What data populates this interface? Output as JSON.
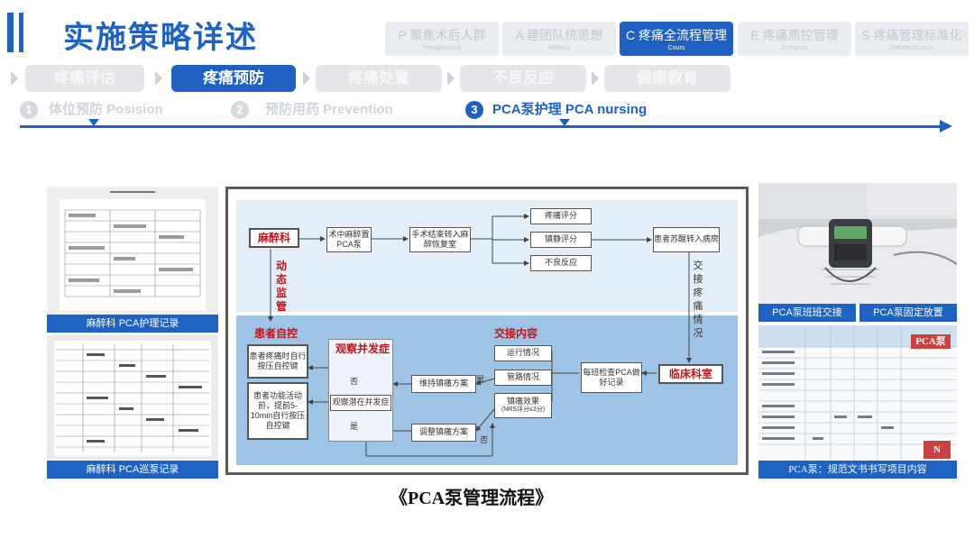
{
  "title": "实施策略详述",
  "top_tabs": [
    {
      "label": "P 聚焦术后人群",
      "sub": "Postoperative",
      "active": false
    },
    {
      "label": "A 建团队统思想",
      "sub": "Alliance",
      "active": false
    },
    {
      "label": "C 疼痛全流程管理",
      "sub": "Cours",
      "active": true
    },
    {
      "label": "E 疼痛质控管理",
      "sub": "Enhance",
      "active": false
    },
    {
      "label": "S 疼痛管理标准化",
      "sub": "Standardization",
      "active": false
    }
  ],
  "steps": [
    {
      "label": "疼痛评估",
      "active": false
    },
    {
      "label": "疼痛预防",
      "active": true
    },
    {
      "label": "疼痛处置",
      "active": false
    },
    {
      "label": "不良反应",
      "active": false
    },
    {
      "label": "健康教育",
      "active": false
    }
  ],
  "sub_items": [
    {
      "num": "1",
      "label": "体位预防 Posision",
      "active": false
    },
    {
      "num": "2",
      "label": "预防用药 Prevention",
      "active": false
    },
    {
      "num": "3",
      "label": "PCA泵护理 PCA nursing",
      "active": true
    }
  ],
  "left_photos": {
    "top_caption": "麻醉科 PCA护理记录",
    "bottom_caption": "麻醉科 PCA巡泵记录"
  },
  "right_photos": {
    "caption_left": "PCA泵班班交接",
    "caption_right": "PCA泵固定放置",
    "table_tag": "PCA泵",
    "n_tag": "N",
    "bottom_caption": "PCA泵：规范文书书写项目内容"
  },
  "diagram": {
    "anesthesia": "麻醉科",
    "intraop": "术中麻醉置PCA泵",
    "transfer": "手术结束转入麻醉恢复室",
    "pain_score": "疼痛评分",
    "sedation_score": "镇静评分",
    "adverse": "不良反应",
    "ward_transfer": "患者苏醒转入病房",
    "dynamic": "动态监管",
    "handover_vertical": "交接疼痛情况",
    "clinical": "临床科室",
    "patient_control_title": "患者自控",
    "pc1": "患者疼痛时自行按压自控键",
    "pc2": "患者功能活动前，提前5-10min自行按压自控键",
    "observe_title": "观察并发症",
    "no": "否",
    "observe_box": "观察潜在并发症",
    "yes": "是",
    "handover_title": "交接内容",
    "run": "运行情况",
    "tube": "管路情况",
    "effect": "镇痛效果",
    "nrs": "(NRS评分≤3分)",
    "shift_check": "每班检查PCA做好记录",
    "maintain": "维持镇痛方案",
    "adjust": "调整镇痛方案",
    "yes2": "是",
    "no2": "否",
    "caption": "《PCA泵管理流程》"
  }
}
